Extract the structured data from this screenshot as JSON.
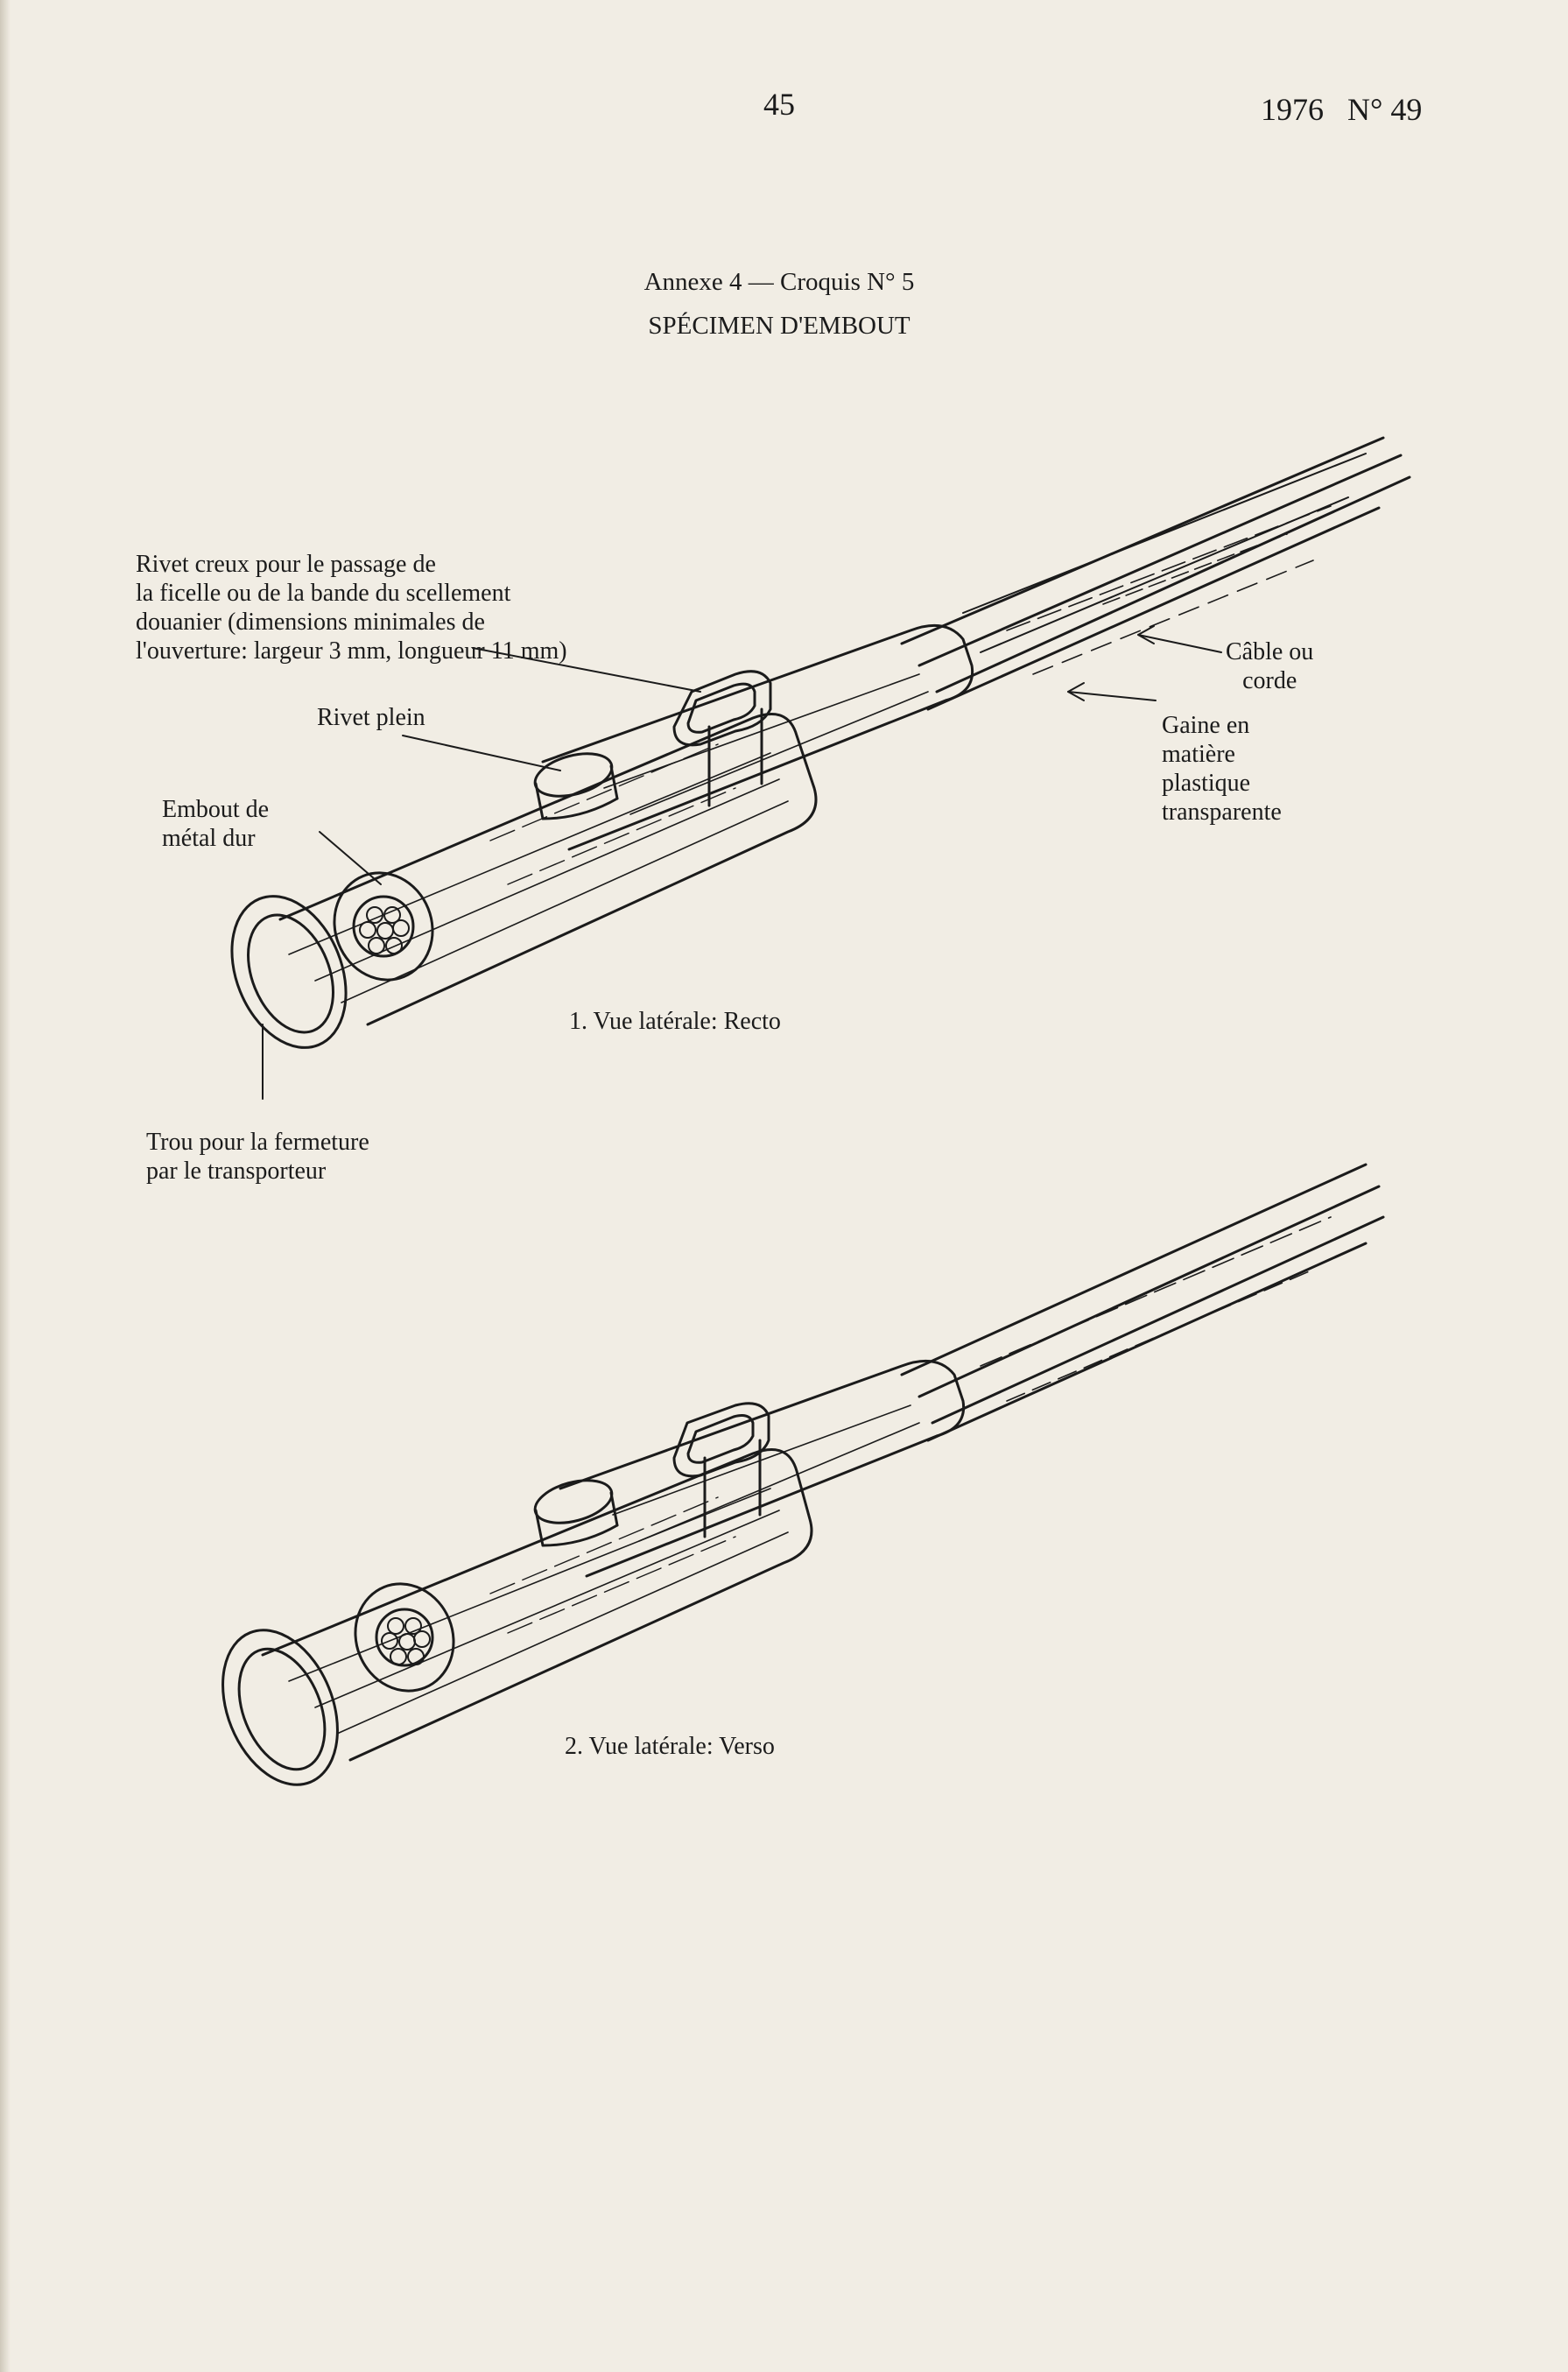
{
  "header": {
    "page_number": "45",
    "year_issue": "1976   N° 49"
  },
  "figure": {
    "annex_line": "Annexe 4 — Croquis N° 5",
    "title": "SPÉCIMEN D'EMBOUT",
    "labels": {
      "rivet_creux": [
        "Rivet creux pour le passage de",
        "la ficelle ou de la bande du scellement",
        "douanier (dimensions minimales  de",
        "l'ouverture: largeur 3 mm, longueur 11 mm)"
      ],
      "rivet_plein": "Rivet plein",
      "embout": [
        "Embout de",
        "métal dur"
      ],
      "cable": [
        "Câble ou",
        "corde"
      ],
      "gaine": [
        "Gaine en",
        "matière",
        "plastique",
        "transparente"
      ],
      "trou": [
        "Trou pour la fermeture",
        "par le transporteur"
      ],
      "vue_recto": "1. Vue latérale: Recto",
      "vue_verso": "2. Vue latérale: Verso"
    }
  }
}
